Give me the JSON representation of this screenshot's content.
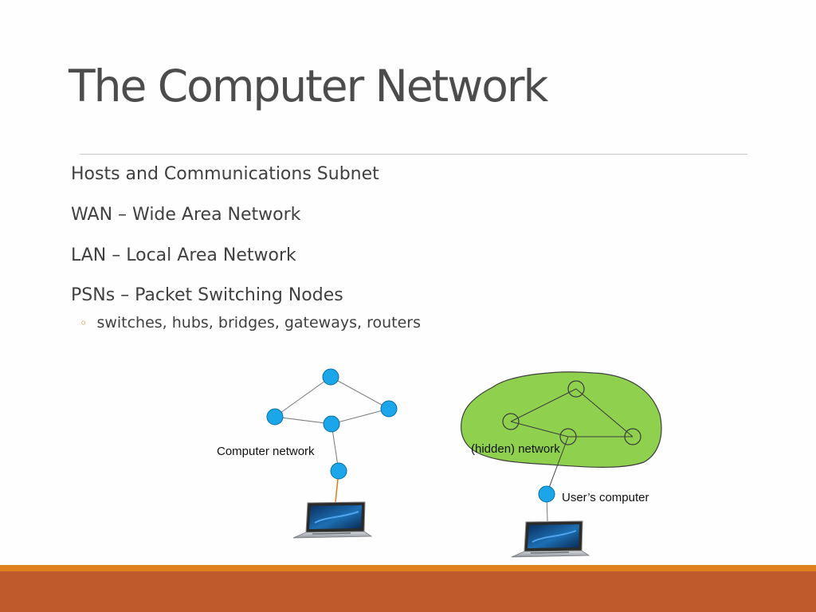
{
  "slide": {
    "title": "The Computer Network",
    "bullets": [
      "Hosts and Communications Subnet",
      "WAN – Wide Area Network",
      "LAN – Local Area Network",
      "PSNs – Packet Switching Nodes"
    ],
    "sub_bullet": {
      "marker": "◦",
      "text": "switches, hubs, bridges, gateways, routers"
    }
  },
  "diagram": {
    "left_label": "Computer network",
    "right_label": "(hidden) network",
    "user_label": "User’s computer"
  },
  "colors": {
    "title_text": "#4c4c4c",
    "body_text": "#404040",
    "accent_orange": "#e07b1a",
    "node_blue": "#1aa6e8",
    "hidden_network_green": "#8fd14f",
    "footer_band": "#bf5a2b",
    "footer_top": "#e0801e"
  }
}
